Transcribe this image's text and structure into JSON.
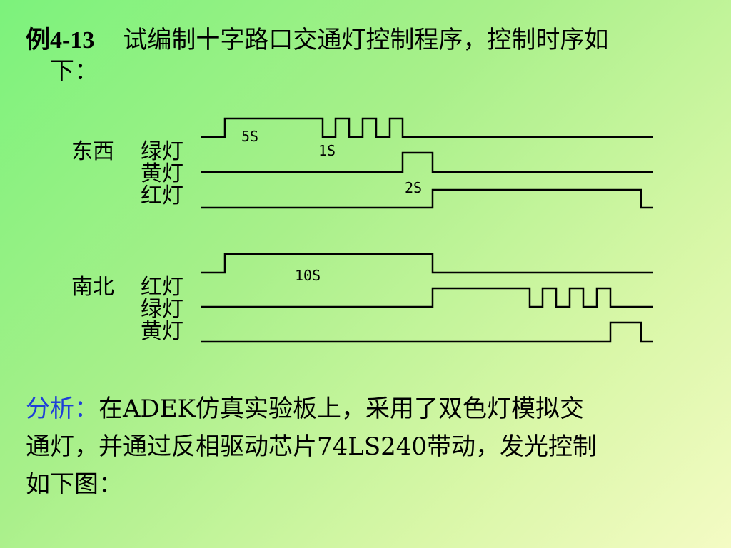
{
  "problem": {
    "number": "例4-13",
    "text_line1": "试编制十字路口交通灯控制程序，控制时序如",
    "text_line2": "下："
  },
  "timing_diagram": {
    "east_west": {
      "direction": "东西",
      "signals": [
        "绿灯",
        "黄灯",
        "红灯"
      ],
      "annotations": {
        "green_long": "5S",
        "green_blink": "1S",
        "yellow": "2S"
      }
    },
    "south_north": {
      "direction": "南北",
      "signals": [
        "红灯",
        "绿灯",
        "黄灯"
      ],
      "annotations": {
        "red": "10S"
      }
    }
  },
  "analysis": {
    "label": "分析：",
    "line1": "在ADEK仿真实验板上，采用了双色灯模拟交",
    "line2": "通灯，并通过反相驱动芯片74LS240带动，发光控制",
    "line3": "如下图："
  }
}
